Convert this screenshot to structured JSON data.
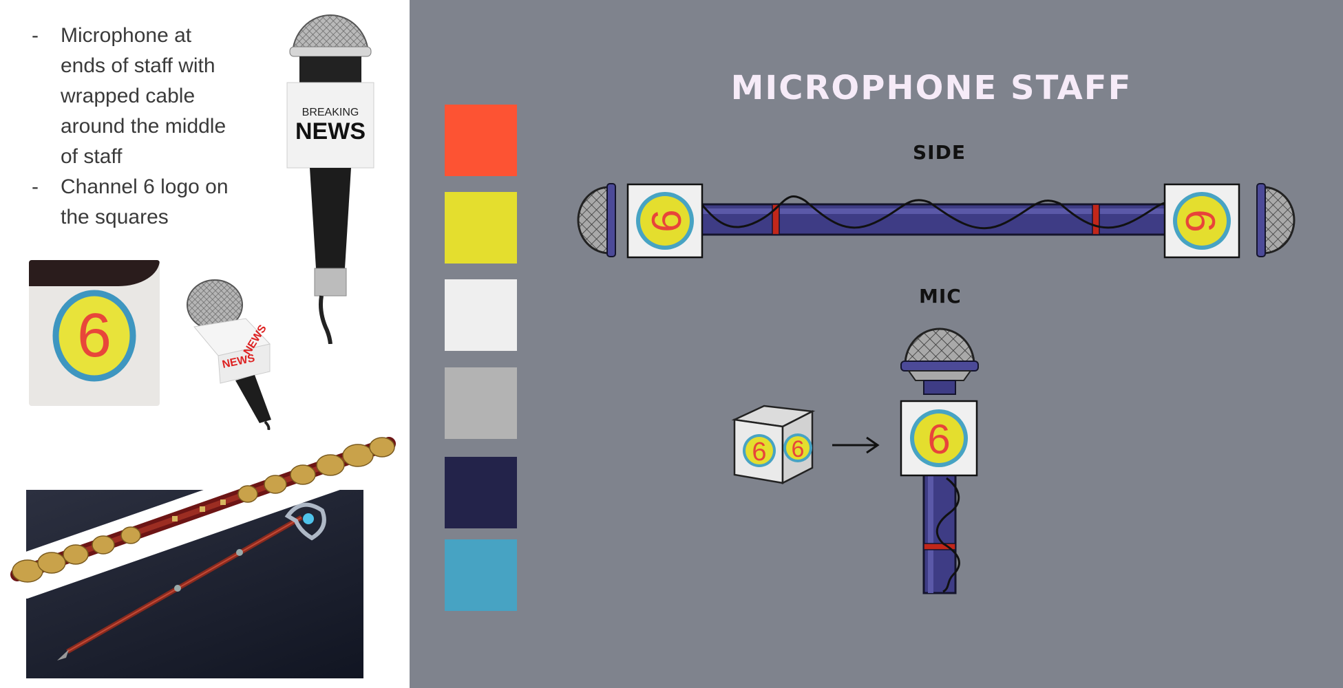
{
  "notes": [
    "Microphone at ends of staff with wrapped cable around the middle of staff",
    "Channel 6 logo on the squares"
  ],
  "references": {
    "mic_flag_text_top": "BREAKING",
    "mic_flag_text_bottom": "NEWS",
    "handheld_mic_text_a": "NEWS",
    "handheld_mic_text_b": "NEWS",
    "logo_number": "6"
  },
  "sheet": {
    "title": "MICROPHONE STAFF",
    "side_label": "SIDE",
    "mic_label": "MIC",
    "logo_number": "6"
  },
  "palette": {
    "colors": [
      "#fd5333",
      "#e4de2e",
      "#efefef",
      "#b3b3b3",
      "#23234a",
      "#47a3c3"
    ]
  }
}
